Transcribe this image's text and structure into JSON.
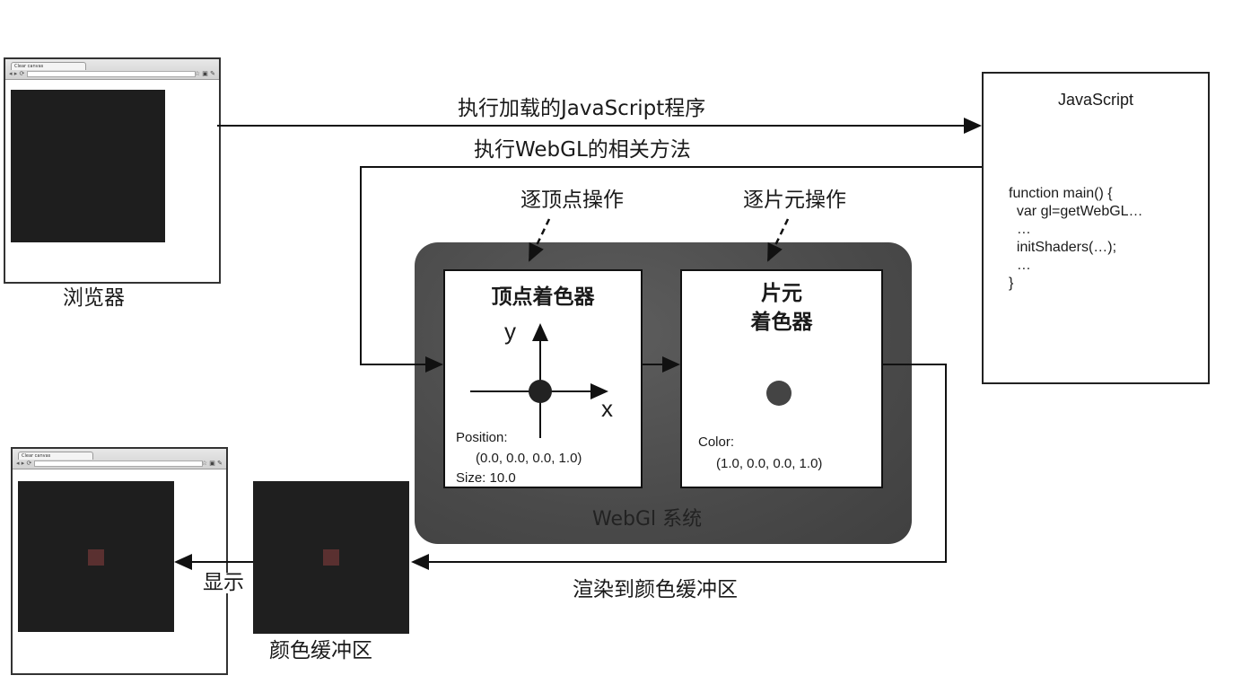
{
  "browser_top": {
    "tab_label": "Clear canvas"
  },
  "browser_bottom": {
    "tab_label": "Clear canvas"
  },
  "labels": {
    "browser": "浏览器",
    "color_buffer": "颜色缓冲区",
    "display": "显示",
    "render_to_buffer": "渲染到颜色缓冲区",
    "exec_js": "执行加载的JavaScript程序",
    "exec_webgl": "执行WebGL的相关方法",
    "per_vertex": "逐顶点操作",
    "per_fragment": "逐片元操作",
    "webgl_system": "WebGl 系统"
  },
  "vertex_shader": {
    "title": "顶点着色器",
    "axis_y": "y",
    "axis_x": "x",
    "position_label": "Position:",
    "position_value": "(0.0, 0.0, 0.0, 1.0)",
    "size": "Size: 10.0"
  },
  "fragment_shader": {
    "title_line1": "片元",
    "title_line2": "着色器",
    "color_label": "Color:",
    "color_value": "(1.0, 0.0, 0.0, 1.0)"
  },
  "javascript_box": {
    "title": "JavaScript",
    "code": [
      "function main() {",
      "  var gl=getWebGL…",
      "  …",
      "  initShaders(…);",
      "  …",
      "}"
    ]
  },
  "colors": {
    "panel": "#4a4a4a",
    "canvas": "#1e1e1e",
    "point": "#303030",
    "red_point": "#5a3030"
  }
}
